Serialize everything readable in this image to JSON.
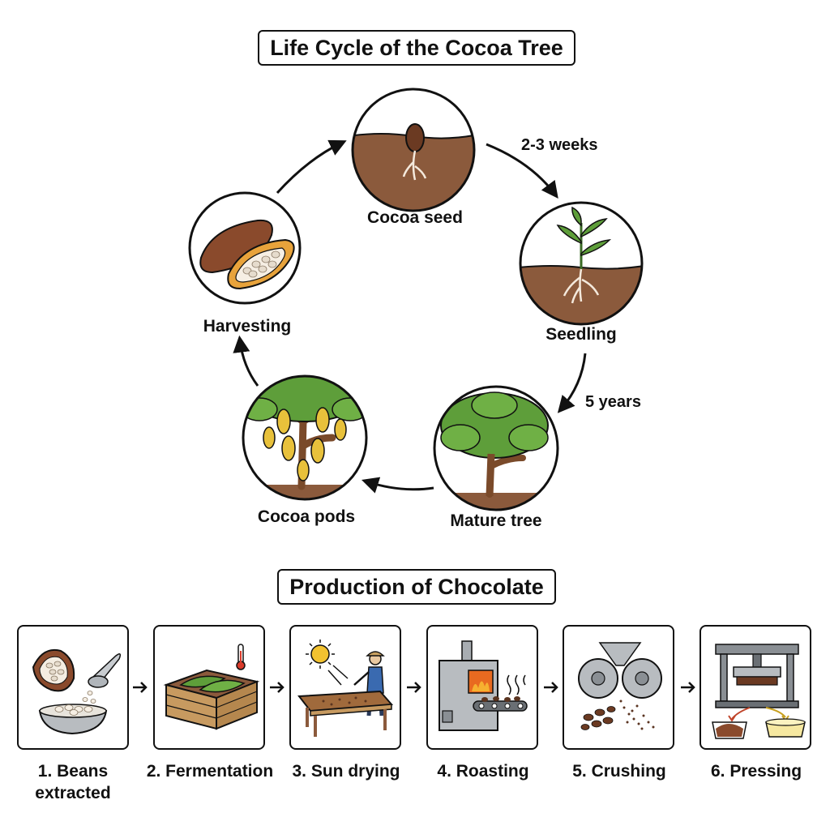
{
  "cycle": {
    "title": "Life Cycle of the Cocoa Tree",
    "stages": [
      {
        "label": "Cocoa seed",
        "icon": "cocoa-seed-icon"
      },
      {
        "label": "Seedling",
        "icon": "seedling-icon"
      },
      {
        "label": "Mature tree",
        "icon": "mature-tree-icon"
      },
      {
        "label": "Cocoa pods",
        "icon": "cocoa-pods-tree-icon"
      },
      {
        "label": "Harvesting",
        "icon": "opened-cocoa-pod-icon"
      }
    ],
    "durations": {
      "seed_to_seedling": "2-3 weeks",
      "seedling_to_mature": "5 years"
    }
  },
  "production": {
    "title": "Production of Chocolate",
    "steps": [
      {
        "label_line1": "1. Beans",
        "label_line2": "extracted",
        "icon": "beans-extracted-icon"
      },
      {
        "label_line1": "2. Fermentation",
        "label_line2": "",
        "icon": "fermentation-crate-icon"
      },
      {
        "label_line1": "3. Sun drying",
        "label_line2": "",
        "icon": "sun-drying-icon"
      },
      {
        "label_line1": "4. Roasting",
        "label_line2": "",
        "icon": "roasting-oven-icon"
      },
      {
        "label_line1": "5. Crushing",
        "label_line2": "",
        "icon": "crushing-rollers-icon"
      },
      {
        "label_line1": "6. Pressing",
        "label_line2": "",
        "icon": "press-icon"
      }
    ]
  },
  "colors": {
    "soil": "#8b5a3c",
    "leaf": "#5e9e3a",
    "pod_yellow": "#e8c13b",
    "pod_brown": "#8a4a2c",
    "outline": "#111111"
  }
}
